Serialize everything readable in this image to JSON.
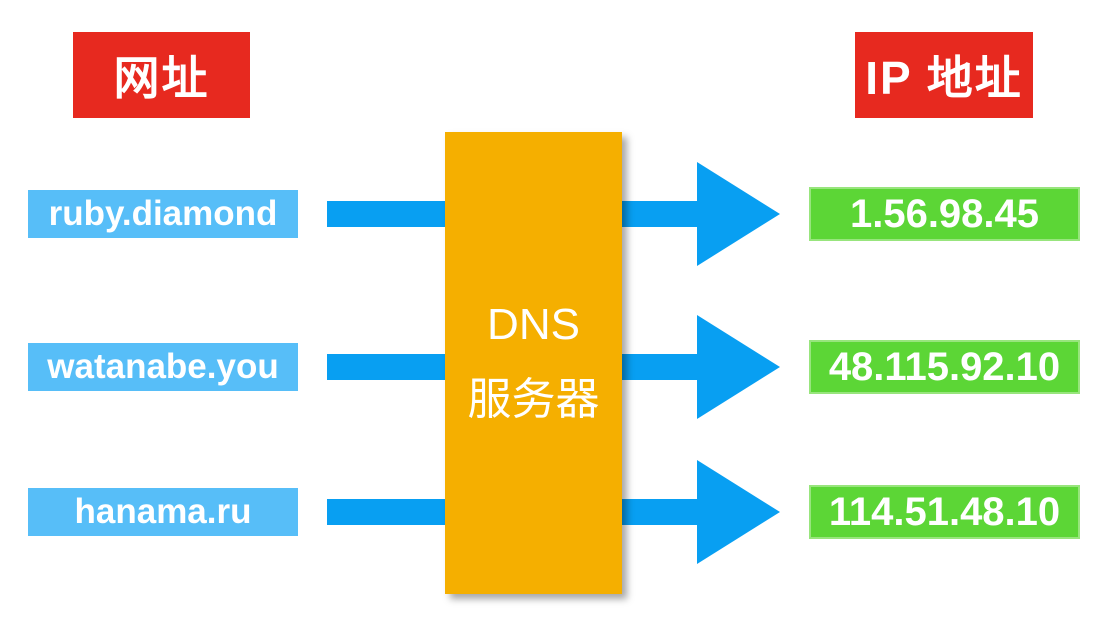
{
  "headers": {
    "left": "网址",
    "right": "IP 地址"
  },
  "dns_server": {
    "line1": "DNS",
    "line2": "服务器"
  },
  "rows": [
    {
      "domain": "ruby.diamond",
      "ip": "1.56.98.45"
    },
    {
      "domain": "watanabe.you",
      "ip": "48.115.92.10"
    },
    {
      "domain": "hanama.ru",
      "ip": "114.51.48.10"
    }
  ],
  "colors": {
    "red": "#E7291F",
    "domain_box": "#57BEF8",
    "arrow": "#089FF2",
    "dns_box": "#F5AF00",
    "ip_box": "#5CD636",
    "ip_box_border": "#98E57D",
    "text": "#FFFFFF"
  }
}
